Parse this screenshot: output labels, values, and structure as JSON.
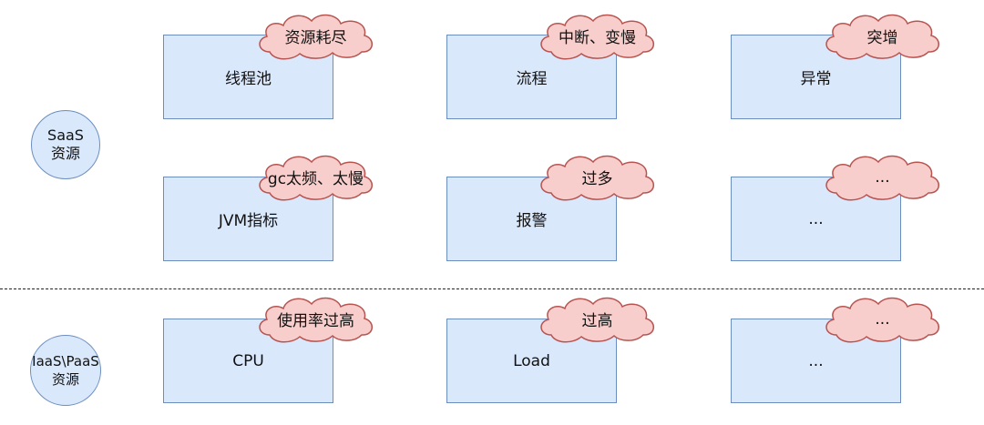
{
  "colors": {
    "box_fill": "#dae8fc",
    "box_stroke": "#6c8ebf",
    "cloud_fill": "#f8cecc",
    "cloud_stroke": "#b85450",
    "divider": "#222222"
  },
  "groups": {
    "saas": {
      "line1": "SaaS",
      "line2": "资源"
    },
    "iaas": {
      "line1": "IaaS\\PaaS",
      "line2": "资源"
    }
  },
  "nodes": [
    {
      "label": "线程池",
      "tag": "资源耗尽"
    },
    {
      "label": "流程",
      "tag": "中断、变慢"
    },
    {
      "label": "异常",
      "tag": "突增"
    },
    {
      "label": "JVM指标",
      "tag": "gc太频、太慢"
    },
    {
      "label": "报警",
      "tag": "过多"
    },
    {
      "label": "...",
      "tag": "..."
    },
    {
      "label": "CPU",
      "tag": "使用率过高"
    },
    {
      "label": "Load",
      "tag": "过高"
    },
    {
      "label": "...",
      "tag": "..."
    }
  ]
}
